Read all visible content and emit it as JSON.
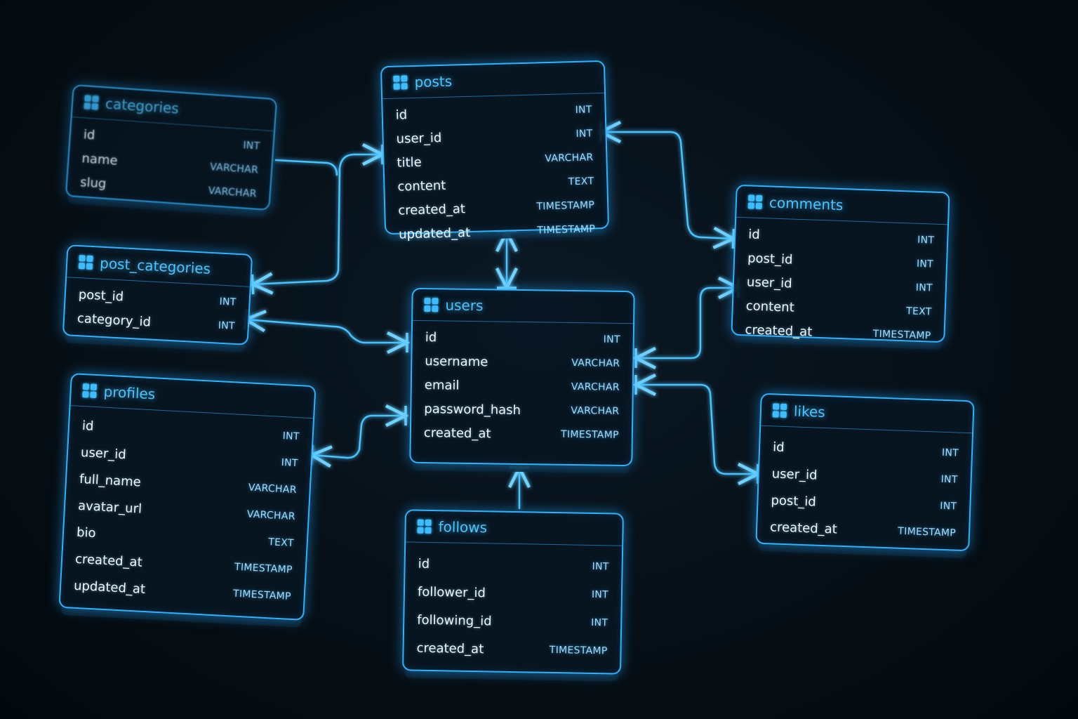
{
  "colors": {
    "accent": "#2fb3ff",
    "background": "#05101a",
    "text": "#e6f6ff"
  },
  "icon": "table-grid-icon",
  "tables": {
    "posts": {
      "title": "posts",
      "columns": [
        {
          "name": "id",
          "type": "INT"
        },
        {
          "name": "user_id",
          "type": "INT"
        },
        {
          "name": "title",
          "type": "VARCHAR"
        },
        {
          "name": "content",
          "type": "TEXT"
        },
        {
          "name": "created_at",
          "type": "TIMESTAMP"
        },
        {
          "name": "updated_at",
          "type": "TIMESTAMP"
        }
      ]
    },
    "categories": {
      "title": "categories",
      "columns": [
        {
          "name": "id",
          "type": "INT"
        },
        {
          "name": "name",
          "type": "VARCHAR"
        },
        {
          "name": "slug",
          "type": "VARCHAR"
        }
      ]
    },
    "post_categories": {
      "title": "post_categories",
      "columns": [
        {
          "name": "post_id",
          "type": "INT"
        },
        {
          "name": "category_id",
          "type": "INT"
        }
      ]
    },
    "users": {
      "title": "users",
      "columns": [
        {
          "name": "id",
          "type": "INT"
        },
        {
          "name": "username",
          "type": "VARCHAR"
        },
        {
          "name": "email",
          "type": "VARCHAR"
        },
        {
          "name": "password_hash",
          "type": "VARCHAR"
        },
        {
          "name": "created_at",
          "type": "TIMESTAMP"
        }
      ]
    },
    "comments": {
      "title": "comments",
      "columns": [
        {
          "name": "id",
          "type": "INT"
        },
        {
          "name": "post_id",
          "type": "INT"
        },
        {
          "name": "user_id",
          "type": "INT"
        },
        {
          "name": "content",
          "type": "TEXT"
        },
        {
          "name": "created_at",
          "type": "TIMESTAMP"
        }
      ]
    },
    "profiles": {
      "title": "profiles",
      "columns": [
        {
          "name": "id",
          "type": "INT"
        },
        {
          "name": "user_id",
          "type": "INT"
        },
        {
          "name": "full_name",
          "type": "VARCHAR"
        },
        {
          "name": "avatar_url",
          "type": "VARCHAR"
        },
        {
          "name": "bio",
          "type": "TEXT"
        },
        {
          "name": "created_at",
          "type": "TIMESTAMP"
        },
        {
          "name": "updated_at",
          "type": "TIMESTAMP"
        }
      ]
    },
    "likes": {
      "title": "likes",
      "columns": [
        {
          "name": "id",
          "type": "INT"
        },
        {
          "name": "user_id",
          "type": "INT"
        },
        {
          "name": "post_id",
          "type": "INT"
        },
        {
          "name": "created_at",
          "type": "TIMESTAMP"
        }
      ]
    },
    "follows": {
      "title": "follows",
      "columns": [
        {
          "name": "id",
          "type": "INT"
        },
        {
          "name": "follower_id",
          "type": "INT"
        },
        {
          "name": "following_id",
          "type": "INT"
        },
        {
          "name": "created_at",
          "type": "TIMESTAMP"
        }
      ]
    }
  },
  "relationships": [
    {
      "from": "users",
      "to": "posts"
    },
    {
      "from": "users",
      "to": "post_categories"
    },
    {
      "from": "users",
      "to": "profiles"
    },
    {
      "from": "users",
      "to": "comments"
    },
    {
      "from": "users",
      "to": "likes"
    },
    {
      "from": "follows",
      "to": "users"
    },
    {
      "from": "posts",
      "to": "comments"
    },
    {
      "from": "post_categories",
      "to": "posts"
    },
    {
      "from": "post_categories",
      "to": "categories"
    }
  ]
}
